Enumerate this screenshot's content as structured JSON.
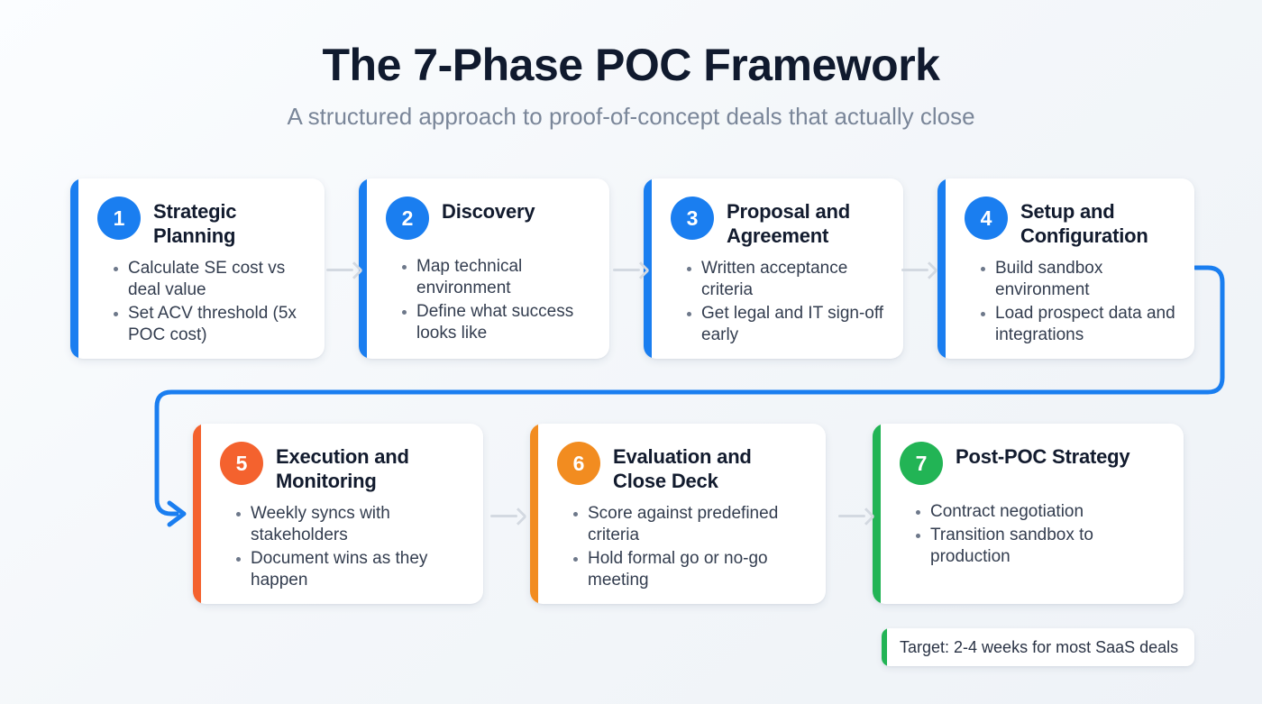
{
  "header": {
    "title": "The 7-Phase POC Framework",
    "subtitle": "A structured approach to proof-of-concept deals that actually close"
  },
  "colors": {
    "blue": "#1a7ef0",
    "orange_red": "#f4622e",
    "orange": "#f28c20",
    "green": "#22b455",
    "background": "#f5f8fb",
    "card": "#ffffff",
    "arrow_gray": "#d3d9e1"
  },
  "phases": [
    {
      "number": "1",
      "title": "Strategic Planning",
      "accent": "#1a7ef0",
      "bullets": [
        "Calculate SE cost vs deal value",
        "Set ACV threshold (5x POC cost)"
      ]
    },
    {
      "number": "2",
      "title": "Discovery",
      "accent": "#1a7ef0",
      "bullets": [
        "Map technical environment",
        "Define what success looks like"
      ]
    },
    {
      "number": "3",
      "title": "Proposal and Agreement",
      "accent": "#1a7ef0",
      "bullets": [
        "Written acceptance criteria",
        "Get legal and IT sign-off early"
      ]
    },
    {
      "number": "4",
      "title": "Setup and Configuration",
      "accent": "#1a7ef0",
      "bullets": [
        "Build sandbox environment",
        "Load prospect data and integrations"
      ]
    },
    {
      "number": "5",
      "title": "Execution and Monitoring",
      "accent": "#f4622e",
      "bullets": [
        "Weekly syncs with stakeholders",
        "Document wins as they happen"
      ]
    },
    {
      "number": "6",
      "title": "Evaluation and Close Deck",
      "accent": "#f28c20",
      "bullets": [
        "Score against predefined criteria",
        "Hold formal go or no-go meeting"
      ]
    },
    {
      "number": "7",
      "title": "Post-POC Strategy",
      "accent": "#22b455",
      "bullets": [
        "Contract negotiation",
        "Transition sandbox to production"
      ]
    }
  ],
  "footer_note": {
    "text": "Target: 2-4 weeks for most SaaS deals"
  }
}
